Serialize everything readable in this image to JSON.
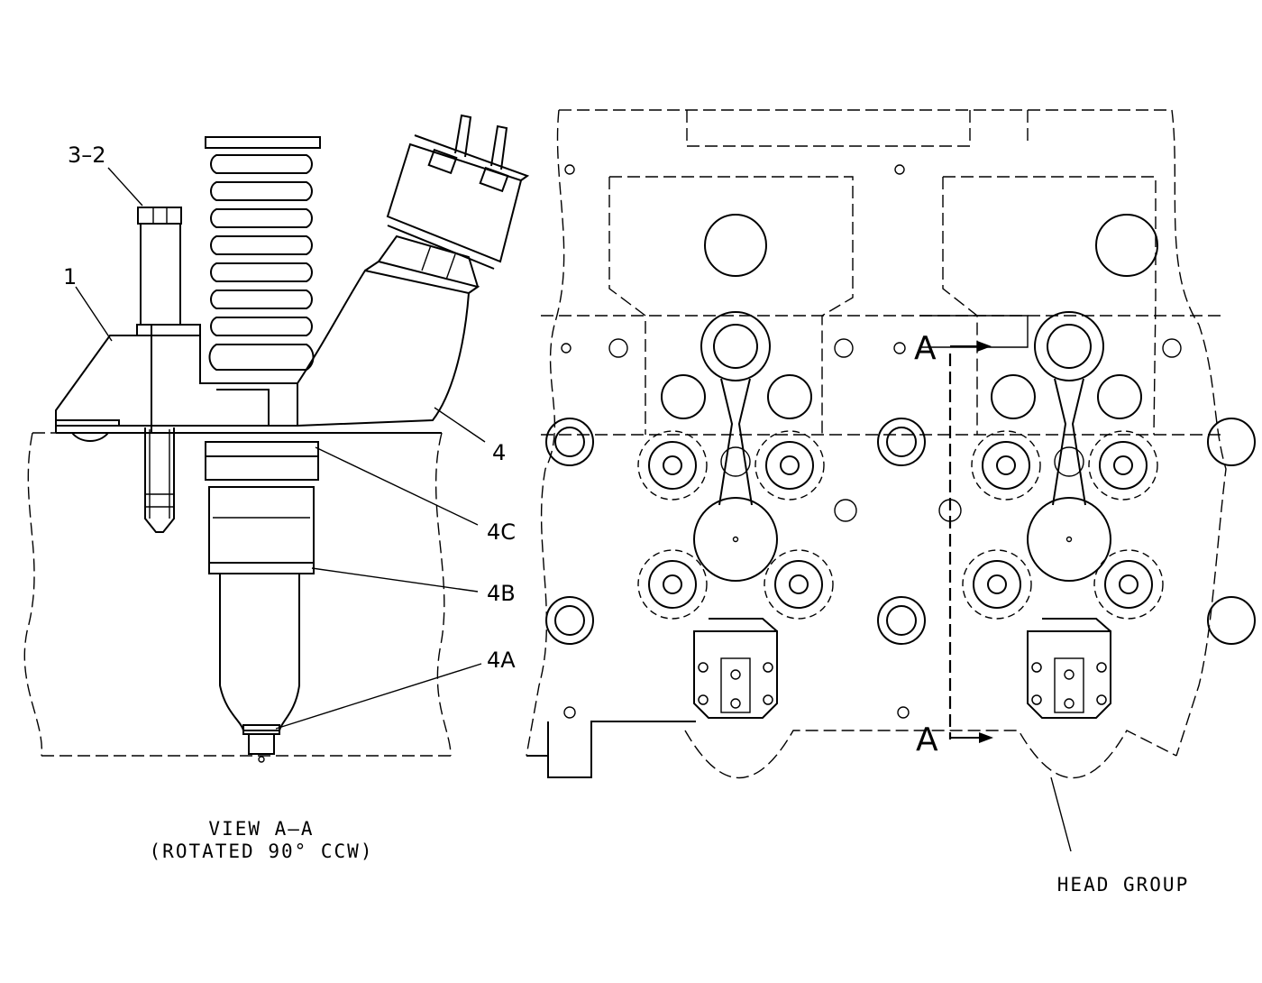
{
  "callouts": {
    "c_3_2": "3–2",
    "c_1": "1",
    "c_4": "4",
    "c_4c": "4C",
    "c_4b": "4B",
    "c_4a": "4A"
  },
  "section_markers": {
    "top": "A",
    "bottom": "A"
  },
  "caption": {
    "line1": "VIEW A–A",
    "line2": "(ROTATED 90° CCW)"
  },
  "head_label": "HEAD GROUP"
}
